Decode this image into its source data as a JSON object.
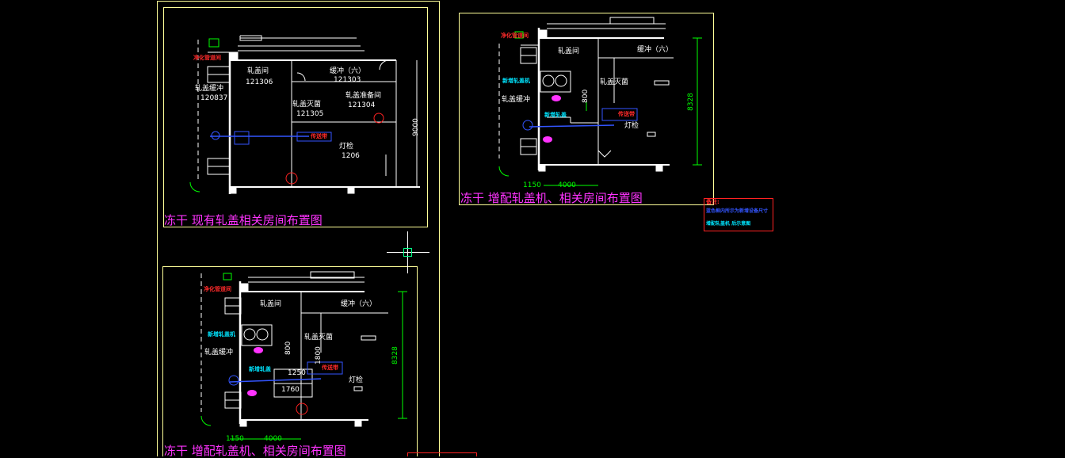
{
  "colors": {
    "background": "#000000",
    "frame": "#ffff99",
    "walls": "#ffffff",
    "title": "#ff33ff",
    "tag": "#ff2a2a",
    "blue": "#3355ff",
    "dimension": "#00ff00",
    "cyan": "#00e5ff",
    "magenta": "#ff33ff"
  },
  "drawing1": {
    "title": "冻干 现有轧盖相关房间布置图",
    "tag": "净化管道间",
    "rooms": [
      {
        "name": "轧盖缓冲",
        "code": "120837"
      },
      {
        "name": "轧盖间",
        "code": "121306"
      },
      {
        "name": "缓冲（六）",
        "code": "121303"
      },
      {
        "name": "轧盖准备间",
        "code": "121304"
      },
      {
        "name": "轧盖灭菌",
        "code": "121305"
      },
      {
        "name": "灯检",
        "code": "1206"
      }
    ],
    "dimension": "9000",
    "machine_label": "传送带"
  },
  "drawing2": {
    "title": "冻干 增配轧盖机、相关房间布置图",
    "tag": "净化管道间",
    "rooms": [
      "轧盖间",
      "缓冲（六）",
      "轧盖灭菌",
      "轧盖缓冲",
      "灯检"
    ],
    "dims": {
      "vertical": "8328",
      "width_a": "1150",
      "width_b": "4000",
      "small": "800"
    },
    "labels": {
      "machine": "传送带",
      "new1": "新增轧盖机",
      "new2": "新增轧盖"
    },
    "note_title": "备注:",
    "note_line1": "蓝色框内所示为新增设备尺寸",
    "note_line2": "增配轧盖机 后示意图"
  },
  "drawing3": {
    "title": "冻干 增配轧盖机、相关房间布置图",
    "tag": "净化管道间",
    "rooms": [
      "轧盖间",
      "缓冲（六）",
      "轧盖灭菌",
      "轧盖缓冲",
      "灯检"
    ],
    "dims": {
      "vertical": "8328",
      "width_a": "1150",
      "width_b": "4000",
      "d1": "1250",
      "d2": "1760",
      "d3": "800",
      "d4": "1800"
    },
    "labels": {
      "machine": "传送带",
      "new1": "新增轧盖机",
      "new2": "新增轧盖"
    }
  }
}
